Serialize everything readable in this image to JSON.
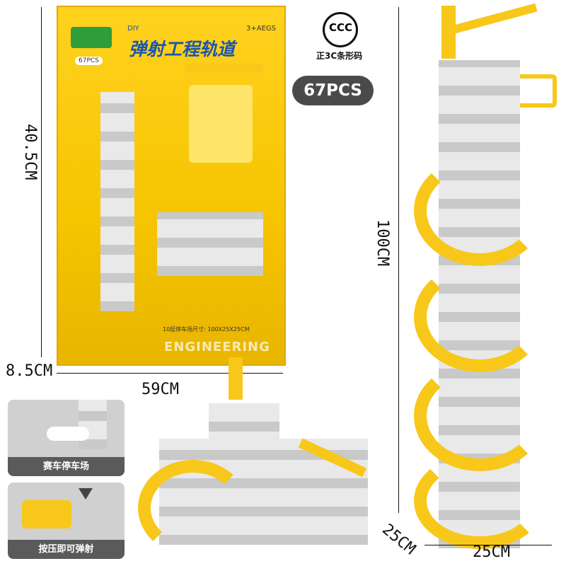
{
  "box": {
    "title": "弹射工程轨道",
    "subtitle": "DIY",
    "age": "3+AEGS",
    "pieces": "67PCS",
    "footer": "ENGINEERING",
    "size_note": "10层停车场尺寸: 100X25X25CM"
  },
  "certification": {
    "mark": "CCC",
    "caption": "正3C条形码"
  },
  "pcs_badge": "67PCS",
  "dimensions": {
    "box_height": "40.5CM",
    "box_depth": "8.5CM",
    "box_width": "59CM",
    "tower_height": "100CM",
    "tower_depth": "25CM",
    "tower_width": "25CM"
  },
  "insets": [
    {
      "label": "赛车停车场"
    },
    {
      "label": "按压即可弹射"
    }
  ],
  "colors": {
    "accent": "#f7c81a",
    "structure": "#cfcfcf",
    "badge": "#4a4a4a"
  }
}
